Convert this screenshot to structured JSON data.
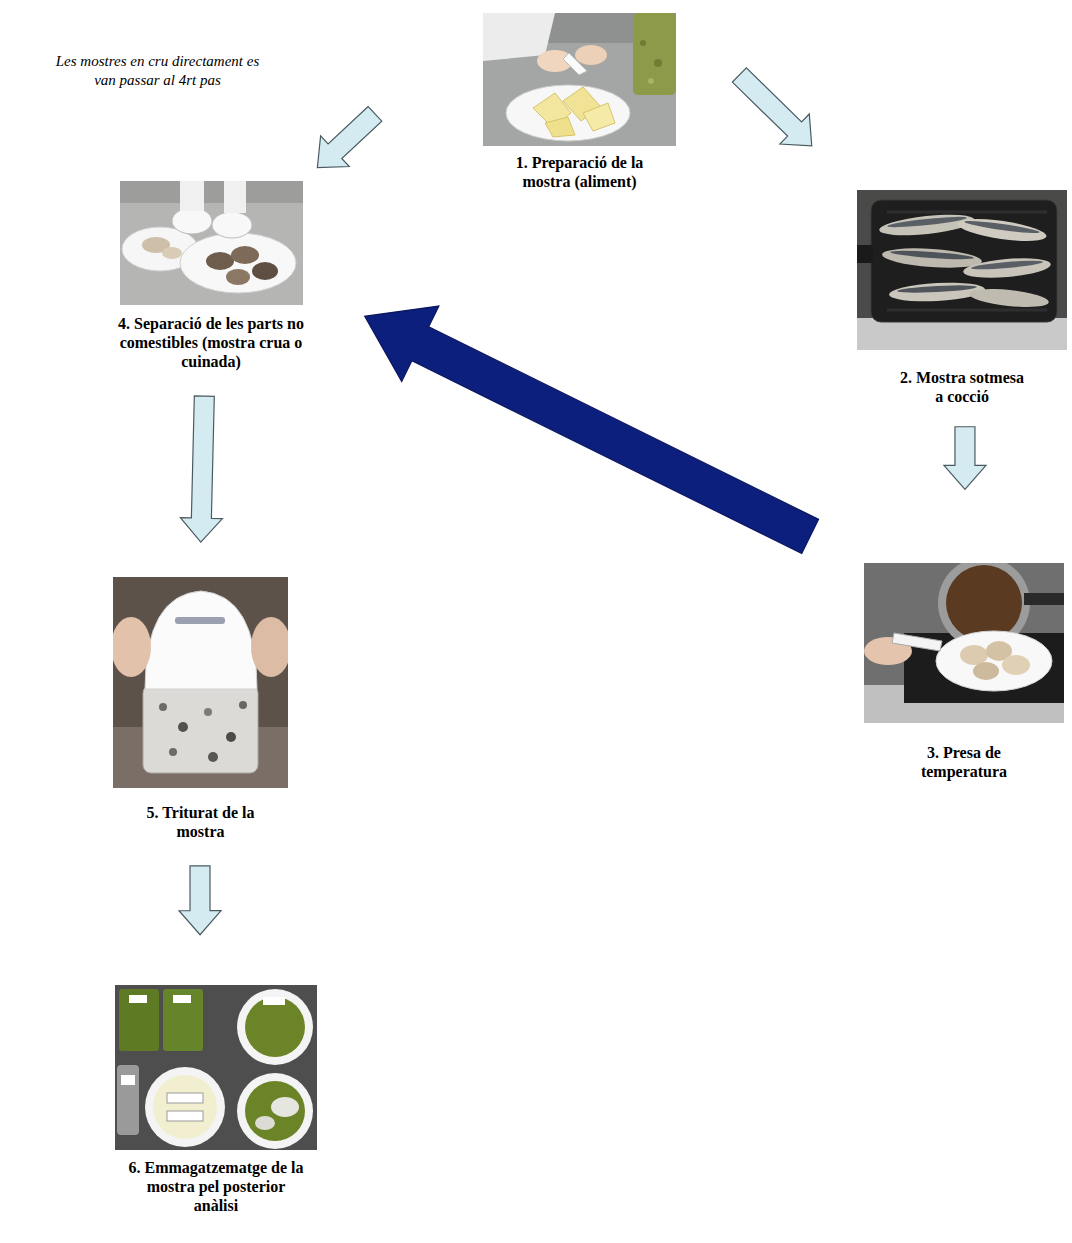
{
  "diagram": {
    "nodes": [
      {
        "text": [
          "1. Preparació de la mostra (aliment)"
        ]
      },
      {
        "text": [
          "2. Mostra sotmesa a cocció"
        ]
      },
      {
        "text": [
          "3. Presa de temperatura"
        ]
      },
      {
        "text": [
          "4. Separació de les parts no comestibles (mostra crua o cuinada)"
        ]
      },
      {
        "text": [
          "5. Triturat de la mostra"
        ]
      },
      {
        "text": [
          "6. Emmagatzematge de la mostra pel posterior anàlisi"
        ]
      }
    ],
    "edges": [
      {
        "from": 0,
        "to": 3,
        "arrow": "to"
      },
      {
        "from": 0,
        "to": 1,
        "arrow": "to"
      },
      {
        "from": 1,
        "to": 2,
        "arrow": "to"
      },
      {
        "from": 2,
        "to": 3,
        "arrow": "to"
      },
      {
        "from": 3,
        "to": 4,
        "arrow": "to"
      },
      {
        "from": 4,
        "to": 5,
        "arrow": "to"
      }
    ],
    "labels": [
      "Les mostres en cru directament es van passar al 4rt pas"
    ]
  }
}
